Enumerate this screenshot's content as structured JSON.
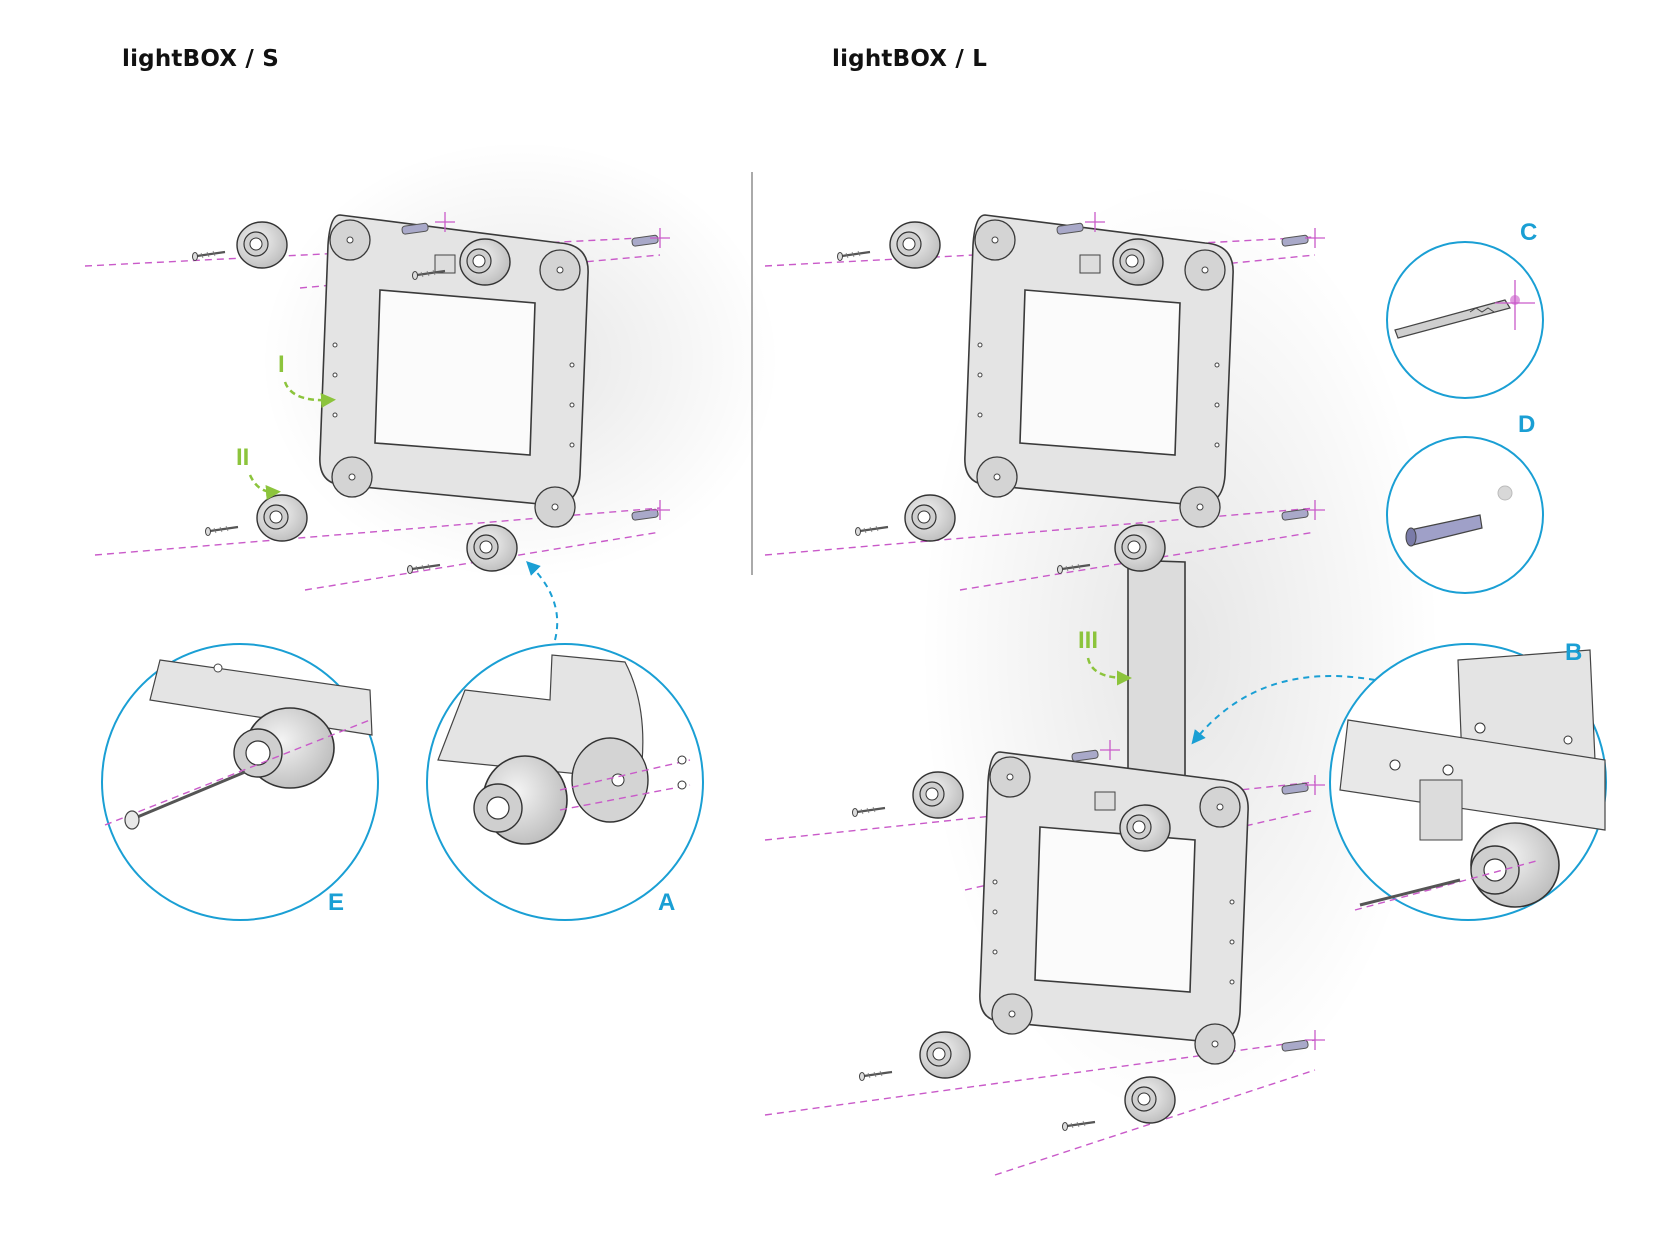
{
  "titles": {
    "left": "lightBOX / S",
    "right": "lightBOX / L"
  },
  "step_labels": {
    "step1": "I",
    "step2": "II",
    "step3": "III"
  },
  "detail_labels": {
    "a": "A",
    "b": "B",
    "c": "C",
    "d": "D",
    "e": "E"
  },
  "colors": {
    "step_accent": "#8cc43c",
    "detail_accent": "#1a9fd4",
    "guide_line": "#c95ac9"
  }
}
